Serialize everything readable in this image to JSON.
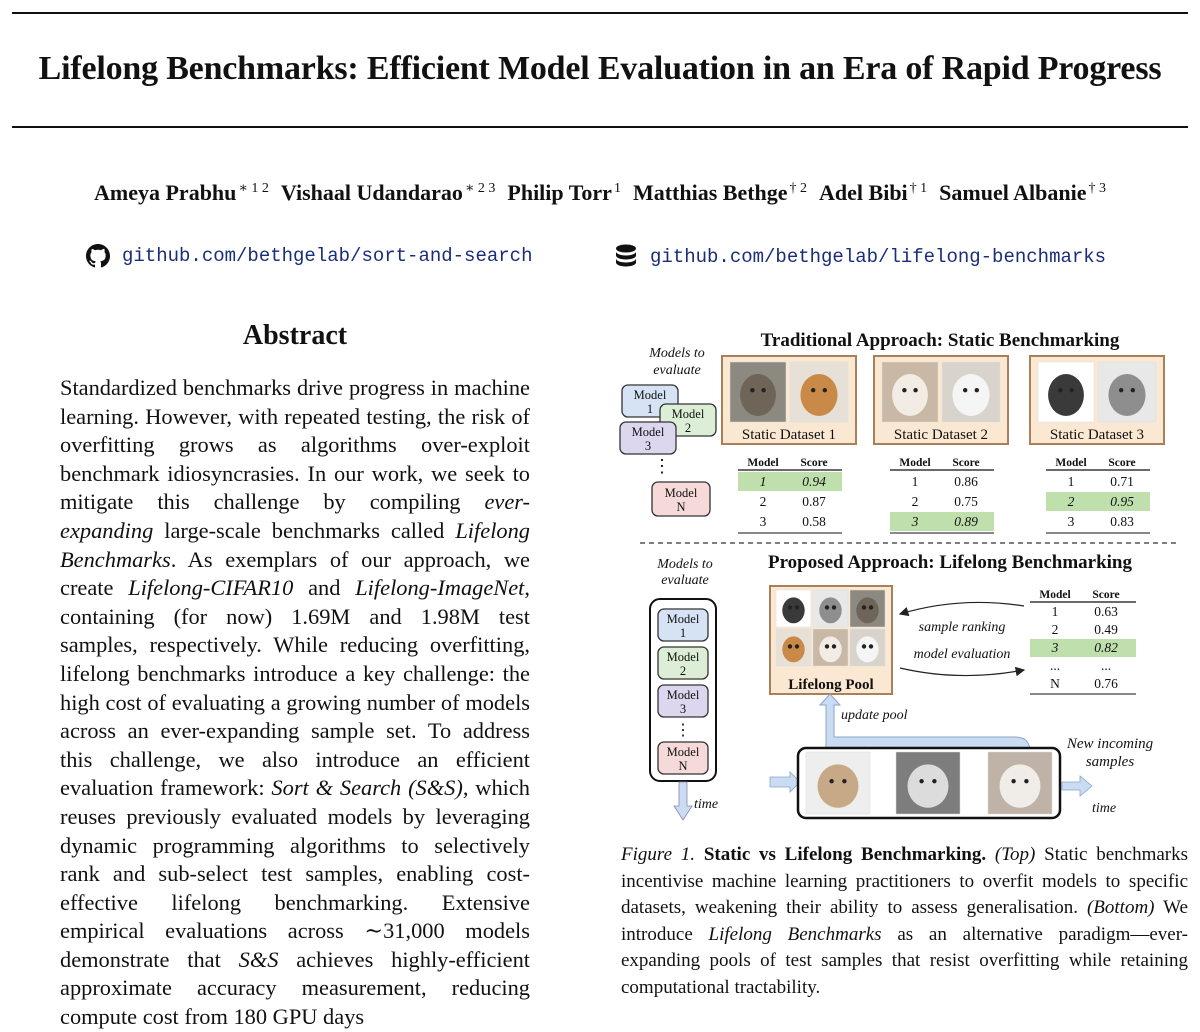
{
  "paper": {
    "title": "Lifelong Benchmarks: Efficient Model Evaluation in an Era of Rapid Progress",
    "authors": [
      {
        "name": "Ameya Prabhu",
        "sup": "∗ 1 2"
      },
      {
        "name": "Vishaal Udandarao",
        "sup": "∗ 2 3"
      },
      {
        "name": "Philip Torr",
        "sup": "1"
      },
      {
        "name": "Matthias Bethge",
        "sup": "† 2"
      },
      {
        "name": "Adel Bibi",
        "sup": "† 1"
      },
      {
        "name": "Samuel Albanie",
        "sup": "† 3"
      }
    ],
    "links": [
      {
        "icon": "github-icon",
        "text": "github.com/bethgelab/sort-and-search"
      },
      {
        "icon": "database-icon",
        "text": "github.com/bethgelab/lifelong-benchmarks"
      }
    ],
    "abstract_heading": "Abstract",
    "abstract": [
      {
        "t": "Standardized benchmarks drive progress in machine learning. However, with repeated testing, the risk of overfitting grows as algorithms over-exploit benchmark idiosyncrasies. In our work, we seek to mitigate this challenge by compiling "
      },
      {
        "t": "ever-expanding",
        "i": true
      },
      {
        "t": " large-scale benchmarks called "
      },
      {
        "t": "Lifelong Benchmarks",
        "i": true
      },
      {
        "t": ". As exemplars of our approach, we create "
      },
      {
        "t": "Lifelong-CIFAR10",
        "i": true
      },
      {
        "t": " and "
      },
      {
        "t": "Lifelong-ImageNet",
        "i": true
      },
      {
        "t": ", containing (for now) 1.69M and 1.98M test samples, respectively. While reducing overfitting, lifelong benchmarks introduce a key challenge: the high cost of evaluating a growing number of models across an ever-expanding sample set. To address this challenge, we also introduce an efficient evaluation framework: "
      },
      {
        "t": "Sort & Search (S&S)",
        "i": true
      },
      {
        "t": ", which reuses previously evaluated models by leveraging dynamic programming algorithms to selectively rank and sub-select test samples, enabling cost-effective lifelong benchmarking. Extensive empirical evaluations across ∼31,000 models demonstrate that "
      },
      {
        "t": "S&S",
        "i": true
      },
      {
        "t": " achieves highly-efficient approximate accuracy measurement, reducing compute cost from 180 GPU days"
      }
    ]
  },
  "figure": {
    "top": {
      "heading": "Traditional Approach: Static Benchmarking",
      "models_label": [
        "Models to",
        "evaluate"
      ],
      "models": [
        "Model\n1",
        "Model\n2",
        "Model\n3",
        "Model\nN"
      ],
      "datasets": [
        "Static Dataset 1",
        "Static Dataset 2",
        "Static Dataset 3"
      ],
      "tables": [
        {
          "header": [
            "Model",
            "Score"
          ],
          "rows": [
            [
              "1",
              "0.94"
            ],
            [
              "2",
              "0.87"
            ],
            [
              "3",
              "0.58"
            ]
          ],
          "highlight": 0
        },
        {
          "header": [
            "Model",
            "Score"
          ],
          "rows": [
            [
              "1",
              "0.86"
            ],
            [
              "2",
              "0.75"
            ],
            [
              "3",
              "0.89"
            ]
          ],
          "highlight": 2
        },
        {
          "header": [
            "Model",
            "Score"
          ],
          "rows": [
            [
              "1",
              "0.71"
            ],
            [
              "2",
              "0.95"
            ],
            [
              "3",
              "0.83"
            ]
          ],
          "highlight": 1
        }
      ]
    },
    "bottom": {
      "heading": "Proposed Approach: Lifelong Benchmarking",
      "models_label": [
        "Models to",
        "evaluate"
      ],
      "models": [
        "Model\n1",
        "Model\n2",
        "Model\n3",
        "Model\nN"
      ],
      "time_label": "time",
      "pool_label": "Lifelong Pool",
      "sample_ranking": "sample ranking",
      "model_evaluation": "model evaluation",
      "update_pool": "update pool",
      "incoming": [
        "New incoming",
        "samples"
      ],
      "time_label2": "time",
      "table": {
        "header": [
          "Model",
          "Score"
        ],
        "rows": [
          [
            "1",
            "0.63"
          ],
          [
            "2",
            "0.49"
          ],
          [
            "3",
            "0.82"
          ],
          [
            "...",
            "..."
          ],
          [
            "N",
            "0.76"
          ]
        ],
        "highlight": 2
      }
    },
    "colors": {
      "model1": "#d6e3f5",
      "model2": "#dcefd6",
      "model3": "#dcd6ee",
      "modelN": "#f6d9d9",
      "dataset_bg": "#fbe8d2",
      "dataset_border": "#a9805a",
      "highlight": "#bfe0ad",
      "arrow": "#c9dcf2"
    }
  },
  "caption": [
    {
      "t": "Figure 1. ",
      "i": true
    },
    {
      "t": "Static vs Lifelong Benchmarking.",
      "b": true
    },
    {
      "t": " "
    },
    {
      "t": "(Top)",
      "i": true
    },
    {
      "t": " Static benchmarks incentivise machine learning practitioners to overfit models to specific datasets, weakening their ability to assess generalisation. "
    },
    {
      "t": "(Bottom)",
      "i": true
    },
    {
      "t": " We introduce "
    },
    {
      "t": "Lifelong Benchmarks",
      "i": true
    },
    {
      "t": " as an alternative paradigm—ever-expanding pools of test samples that resist overfitting while retaining computational tractability."
    }
  ]
}
